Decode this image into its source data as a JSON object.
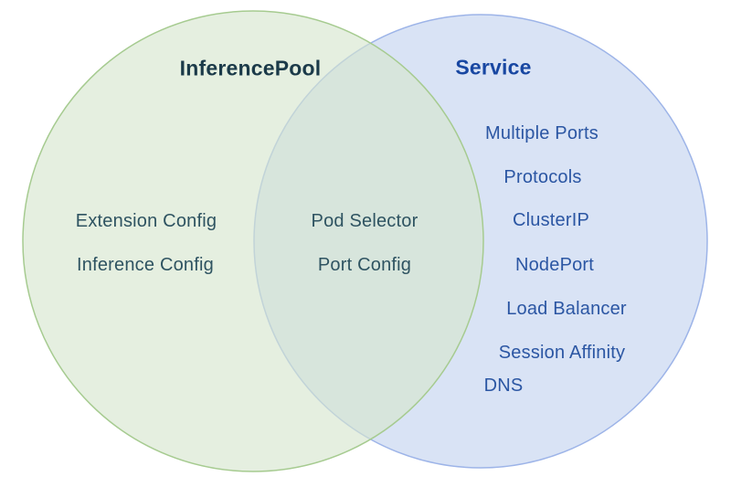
{
  "venn": {
    "left": {
      "title": "InferencePool",
      "items": [
        "Extension Config",
        "Inference Config"
      ],
      "fill": "#d6e6ce",
      "stroke": "#a6cb90",
      "title_color": "#1b3a49",
      "item_color": "#2e5361"
    },
    "right": {
      "title": "Service",
      "items": [
        "Multiple Ports",
        "Protocols",
        "ClusterIP",
        "NodePort",
        "Load Balancer",
        "Session Affinity",
        "DNS"
      ],
      "fill": "#d9e3f5",
      "stroke": "#9db4e8",
      "title_color": "#1847a2",
      "item_color": "#2b56a3"
    },
    "intersection": {
      "items": [
        "Pod Selector",
        "Port Config"
      ],
      "item_color": "#2e5361",
      "fill_observed": "#d7e6dd"
    },
    "background": "#ffffff"
  }
}
